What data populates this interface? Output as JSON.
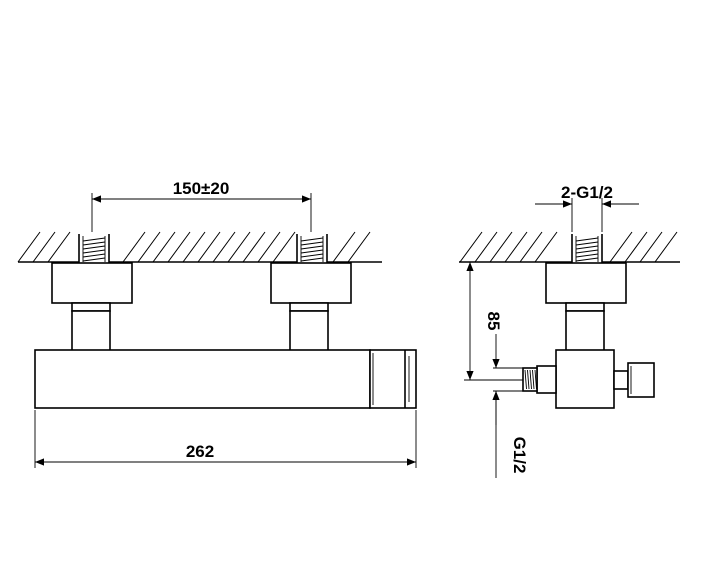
{
  "dimensions": {
    "center_distance": "150±20",
    "total_length": "262",
    "thread_top": "2-G1/2",
    "height": "85",
    "thread_outlet": "G1/2"
  }
}
